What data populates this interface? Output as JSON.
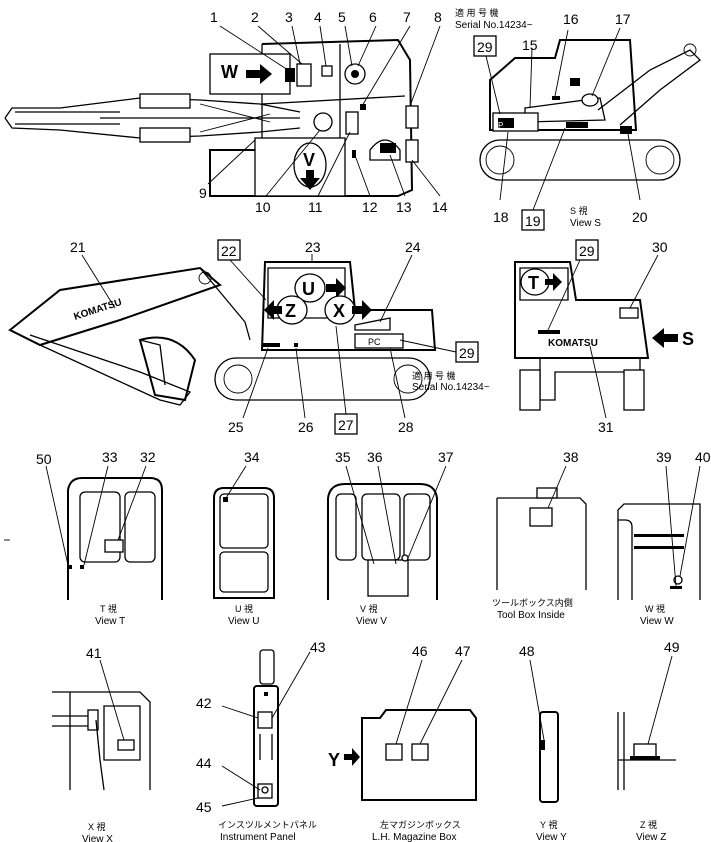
{
  "callouts": [
    "1",
    "2",
    "3",
    "4",
    "5",
    "6",
    "7",
    "8",
    "9",
    "10",
    "11",
    "12",
    "13",
    "14",
    "15",
    "16",
    "17",
    "18",
    "19",
    "20",
    "21",
    "22",
    "23",
    "24",
    "25",
    "26",
    "27",
    "28",
    "29",
    "30",
    "31",
    "32",
    "33",
    "34",
    "35",
    "36",
    "37",
    "38",
    "39",
    "40",
    "41",
    "42",
    "43",
    "44",
    "45",
    "46",
    "47",
    "48",
    "49",
    "50"
  ],
  "boxed_callouts": {
    "b22": "22",
    "b27": "27",
    "b29a": "29",
    "b29b": "29",
    "b29c": "29",
    "b19": "19"
  },
  "view_letters": {
    "w": "W",
    "v": "V",
    "t": "T",
    "u": "U",
    "z": "Z",
    "x": "X",
    "s": "S",
    "y": "Y"
  },
  "serial": {
    "jp": "適 用 号 機",
    "en": "Serial No.14234~"
  },
  "brand": "KOMATSU",
  "plate_text": {
    "pc": "PC",
    "p": "P"
  },
  "captions": {
    "s": {
      "jp": "S  視",
      "en": "View S"
    },
    "t": {
      "jp": "T  視",
      "en": "View T"
    },
    "u": {
      "jp": "U  視",
      "en": "View U"
    },
    "v": {
      "jp": "V  視",
      "en": "View V"
    },
    "toolbox": {
      "jp": "ツールボックス内側",
      "en": "Tool Box Inside"
    },
    "w": {
      "jp": "W  視",
      "en": "View W"
    },
    "x": {
      "jp": "X  視",
      "en": "View X"
    },
    "panel": {
      "jp": "インスツルメントパネル",
      "en": "Instrument Panel"
    },
    "magazine": {
      "jp": "左マガジンボックス",
      "en": "L.H. Magazine Box"
    },
    "y": {
      "jp": "Y  視",
      "en": "View Y"
    },
    "z": {
      "jp": "Z  視",
      "en": "View Z"
    }
  }
}
